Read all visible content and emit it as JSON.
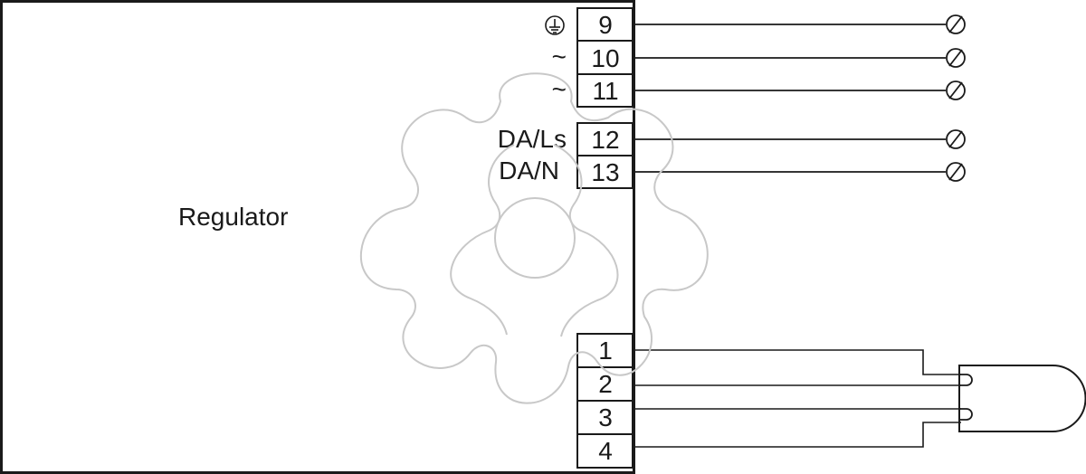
{
  "regulator": {
    "label": "Regulator"
  },
  "terminals_top": [
    {
      "number": "9",
      "side_label": "",
      "side_icon": "earth-ground-icon"
    },
    {
      "number": "10",
      "side_label": "~",
      "side_icon": ""
    },
    {
      "number": "11",
      "side_label": "~",
      "side_icon": ""
    },
    {
      "number": "12",
      "side_label": "DA/Ls",
      "side_icon": ""
    },
    {
      "number": "13",
      "side_label": "DA/N",
      "side_icon": ""
    }
  ],
  "terminals_bottom": [
    {
      "number": "1"
    },
    {
      "number": "2"
    },
    {
      "number": "3"
    },
    {
      "number": "4"
    }
  ],
  "wire_end_icon": "circle-slash-terminal-icon",
  "colors": {
    "line": "#1a1a1a",
    "watermark": "#c8c8c8",
    "background": "#ffffff"
  }
}
